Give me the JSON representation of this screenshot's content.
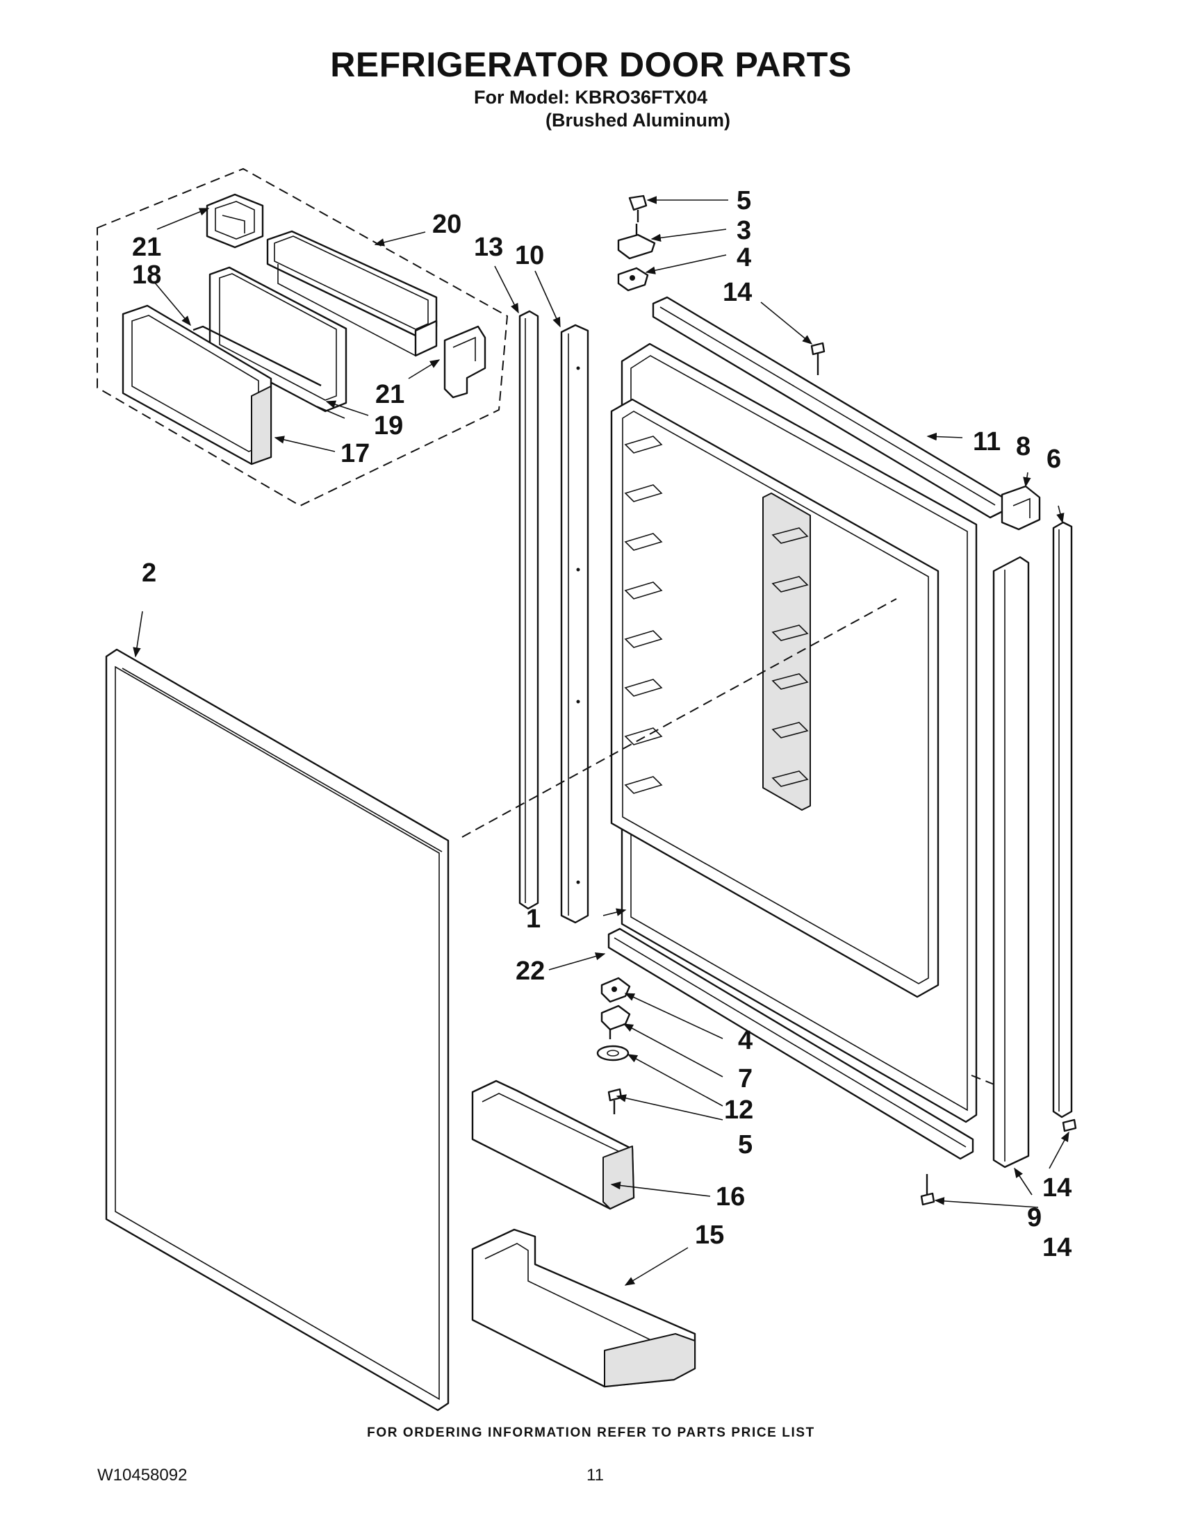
{
  "header": {
    "title": "REFRIGERATOR DOOR PARTS",
    "model_line": "For Model: KBRO36FTX04",
    "finish_line": "(Brushed Aluminum)"
  },
  "callouts": {
    "c1": "1",
    "c2": "2",
    "c3": "3",
    "c4a": "4",
    "c4b": "4",
    "c5a": "5",
    "c5b": "5",
    "c6": "6",
    "c7": "7",
    "c8": "8",
    "c9": "9",
    "c10": "10",
    "c11": "11",
    "c12": "12",
    "c13": "13",
    "c14a": "14",
    "c14b": "14",
    "c14c": "14",
    "c15": "15",
    "c16": "16",
    "c17": "17",
    "c18": "18",
    "c19": "19",
    "c20": "20",
    "c21a": "21",
    "c21b": "21",
    "c22": "22"
  },
  "footer": {
    "ordering_note": "FOR ORDERING INFORMATION REFER TO PARTS PRICE LIST",
    "document_number": "W10458092",
    "page_number": "11"
  }
}
